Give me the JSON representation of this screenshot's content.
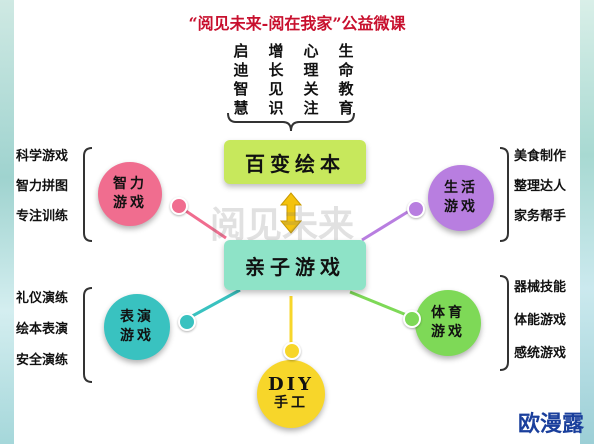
{
  "title": "“阅见未来-阅在我家”公益微课",
  "top_columns": [
    "启迪智慧",
    "增长见识",
    "心理关注",
    "生命教育"
  ],
  "center_top": "百变绘本",
  "center_bottom": "亲子游戏",
  "watermark": "阅见未来",
  "corner_mark": "欧漫露",
  "nodes": {
    "zhili": {
      "line1": "智力",
      "line2": "游戏",
      "items": [
        "科学游戏",
        "智力拼图",
        "专注训练"
      ]
    },
    "biaoyan": {
      "line1": "表演",
      "line2": "游戏",
      "items": [
        "礼仪演练",
        "绘本表演",
        "安全演练"
      ]
    },
    "diy": {
      "line1": "DIY",
      "line2": "手工"
    },
    "shenghuo": {
      "line1": "生活",
      "line2": "游戏",
      "items": [
        "美食制作",
        "整理达人",
        "家务帮手"
      ]
    },
    "tiyu": {
      "line1": "体育",
      "line2": "游戏",
      "items": [
        "器械技能",
        "体能游戏",
        "感统游戏"
      ]
    }
  },
  "colors": {
    "title": "#c8102e",
    "box_green": "#c7e85c",
    "box_teal": "#8ee3c7",
    "zhili": "#f06d8f",
    "biaoyan": "#39c2c0",
    "diy": "#f7d62a",
    "shenghuo": "#b87ee0",
    "tiyu": "#7ed957"
  }
}
